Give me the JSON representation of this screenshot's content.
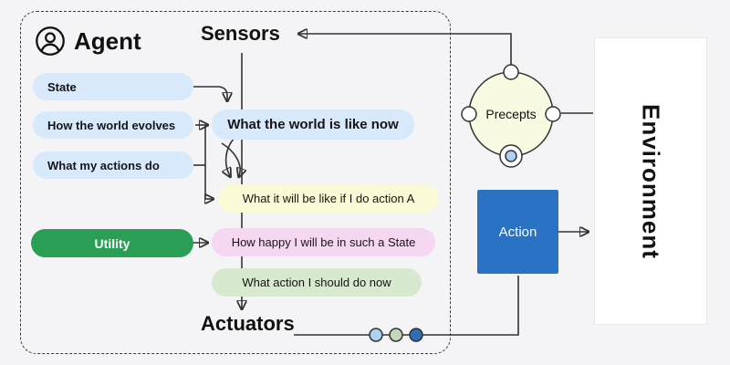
{
  "agent": {
    "title": "Agent",
    "sensors": "Sensors",
    "actuators": "Actuators",
    "inputs": [
      {
        "label": "State"
      },
      {
        "label": "How the world evolves"
      },
      {
        "label": "What my actions do"
      }
    ],
    "utility": "Utility",
    "states": [
      {
        "label": "What the world is like now"
      },
      {
        "label": "What it will be like if I do action A"
      },
      {
        "label": "How happy I will be in such a State"
      },
      {
        "label": "What action I should do now"
      }
    ]
  },
  "environment": {
    "label": "Environment",
    "precepts": "Precepts",
    "action": "Action"
  },
  "colors": {
    "pill_blue": "#d8e9fc",
    "pill_yellow": "#fafad6",
    "pill_pink": "#f6d7f1",
    "pill_green": "#d7e9cf",
    "utility_green": "#2b9e55",
    "action_blue": "#2a73c4",
    "precepts_fill": "#f8fae2",
    "node_white": "#ffffff",
    "dot_light_blue": "#aed1f2",
    "dot_sage_green": "#c3d6ba",
    "dot_dark_blue": "#2f6db6",
    "line": "#333333"
  }
}
